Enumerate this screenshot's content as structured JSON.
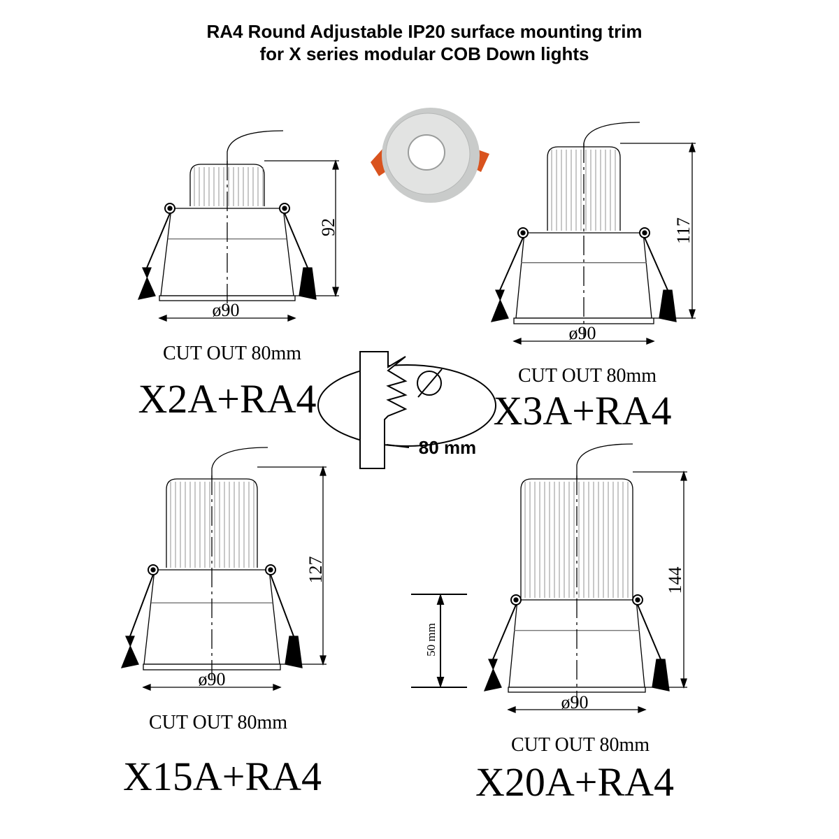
{
  "title": {
    "line1": "RA4 Round Adjustable IP20 surface mounting trim",
    "line2": "for X series modular COB Down lights"
  },
  "models": [
    {
      "name": "X2A+RA4",
      "height": "92",
      "diameter": "ø90",
      "cutout": "CUT OUT 80mm"
    },
    {
      "name": "X3A+RA4",
      "height": "117",
      "diameter": "ø90",
      "cutout": "CUT OUT 80mm"
    },
    {
      "name": "X15A+RA4",
      "height": "127",
      "diameter": "ø90",
      "cutout": "CUT OUT 80mm"
    },
    {
      "name": "X20A+RA4",
      "height": "144",
      "diameter": "ø90",
      "cutout": "CUT OUT 80mm"
    }
  ],
  "cutout_detail": {
    "diameter_symbol": "Ø",
    "label": "80 mm"
  },
  "ceiling_depth": {
    "label": "50 mm"
  },
  "colors": {
    "trim_grey": "#cfd1d0",
    "tab_orange": "#d9531e",
    "line": "#000000"
  }
}
